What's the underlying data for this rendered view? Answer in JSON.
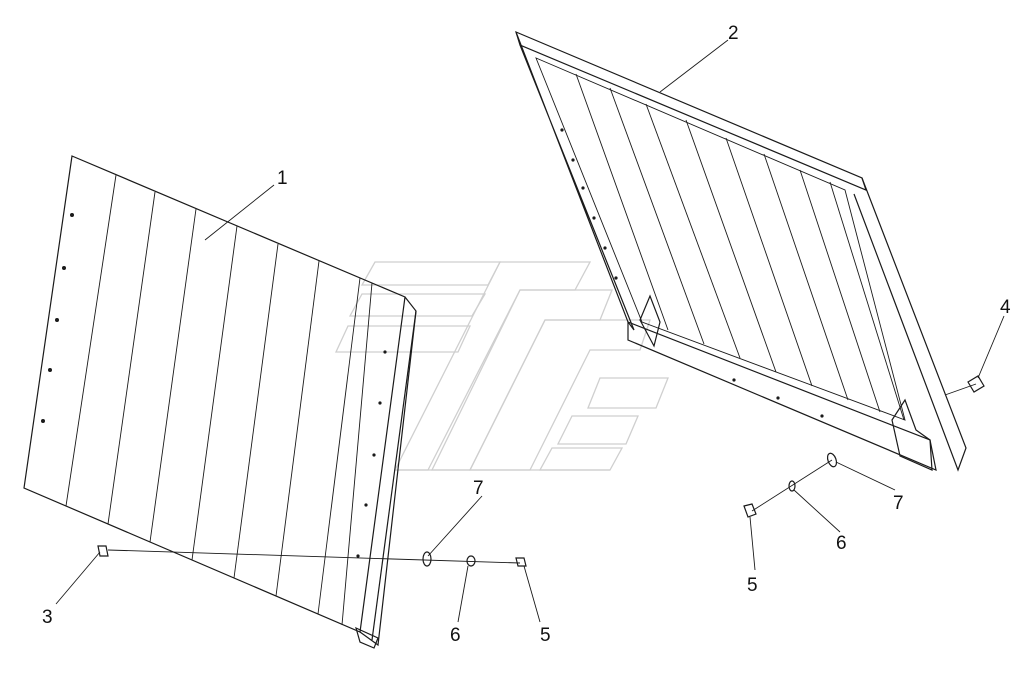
{
  "diagram": {
    "callouts": [
      {
        "id": "1",
        "text": "1"
      },
      {
        "id": "2",
        "text": "2"
      },
      {
        "id": "3",
        "text": "3"
      },
      {
        "id": "4",
        "text": "4"
      },
      {
        "id": "5a",
        "text": "5"
      },
      {
        "id": "5b",
        "text": "5"
      },
      {
        "id": "6a",
        "text": "6"
      },
      {
        "id": "6b",
        "text": "6"
      },
      {
        "id": "7a",
        "text": "7"
      },
      {
        "id": "7b",
        "text": "7"
      }
    ]
  },
  "colors": {
    "line": "#1a1a1a",
    "watermark": "#cfcfcf",
    "background": "#ffffff"
  }
}
